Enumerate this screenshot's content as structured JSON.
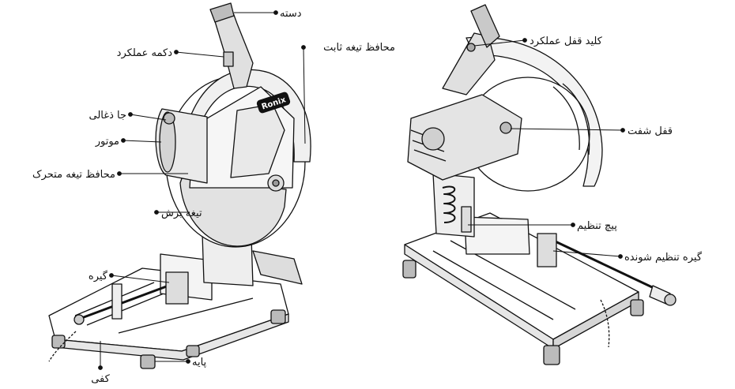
{
  "colors": {
    "ink": "#111111",
    "paper": "#ffffff",
    "shade": "#9a9a9a",
    "light": "#d9d9d9"
  },
  "brand": {
    "logo_text": "Ronix"
  },
  "left_view": {
    "labels": {
      "handle": "دسته",
      "operation_button": "دکمه عملکرد",
      "fixed_blade_guard": "محافظ تیغه ثابت",
      "charcoal_holder": "جا ذغالی",
      "motor": "موتور",
      "movable_blade_guard": "محافظ تیغه متحرک",
      "cutting_blade": "تیغه برش",
      "clamp": "گیره",
      "base": "پایه",
      "floor": "کفی"
    }
  },
  "right_view": {
    "labels": {
      "operation_lock_key": "کلید قفل عملکرد",
      "shaft_lock": "قفل شفت",
      "adjustment_screw": "پیچ تنظیم",
      "adjustable_clamp": "گیره تنظیم شونده"
    }
  }
}
